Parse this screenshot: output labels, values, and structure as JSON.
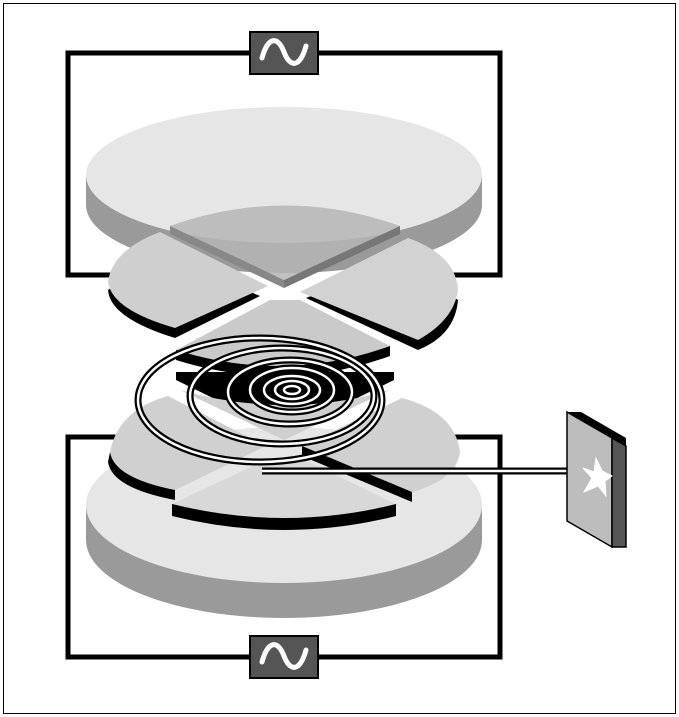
{
  "figure": {
    "components": [
      {
        "name": "ac-source-top",
        "symbol": "~"
      },
      {
        "name": "ac-source-bottom",
        "symbol": "~"
      },
      {
        "name": "upper-electrode-assembly",
        "segments": 4
      },
      {
        "name": "lower-electrode-assembly",
        "segments": 4
      },
      {
        "name": "spiral-trajectory"
      },
      {
        "name": "detector-screen"
      }
    ],
    "colors": {
      "outline": "#000000",
      "wire": "#000000",
      "source_box": "#555555",
      "disk_light": "#e8e8e8",
      "disk_mid": "#cdcdcd",
      "disk_side": "#9a9a9a",
      "detector_face": "#bdbdbd",
      "detector_side": "#555555"
    }
  }
}
